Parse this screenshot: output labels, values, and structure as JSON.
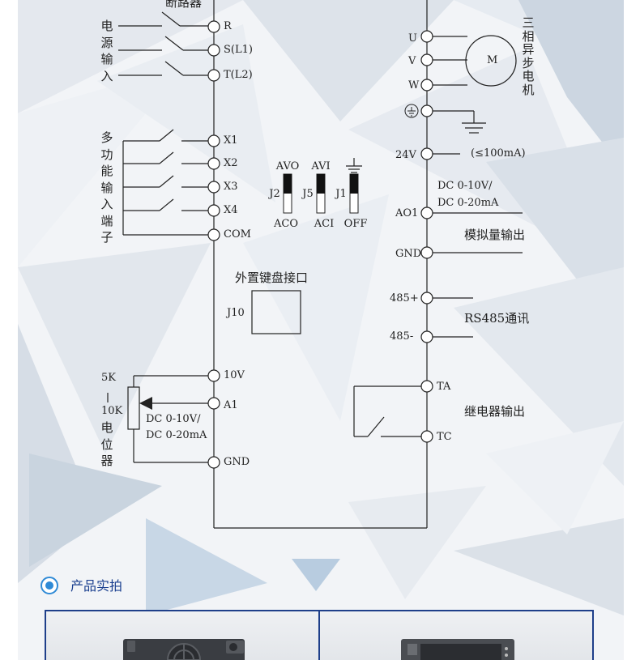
{
  "diagram": {
    "top_cut_label": "断路器",
    "power_input": {
      "label": "电源输入",
      "terminals": [
        "R",
        "S(L1)",
        "T(L2)"
      ]
    },
    "multifunction_input": {
      "label": "多功能输入端子",
      "terminals": [
        "X1",
        "X2",
        "X3",
        "X4",
        "COM"
      ]
    },
    "jumpers": {
      "top_labels": [
        "AVO",
        "AVI"
      ],
      "bottom_labels": [
        "ACO",
        "ACI",
        "OFF"
      ],
      "names": [
        "J2",
        "J5",
        "J1"
      ],
      "ground_icon": "ground-icon"
    },
    "keyboard_port": {
      "label": "外置键盘接口",
      "port_name": "J10"
    },
    "potentiometer": {
      "range_top": "5K",
      "range_bottom": "10K",
      "label": "电位器",
      "terminals": [
        "10V",
        "A1",
        "GND"
      ],
      "signal_line1": "DC 0-10V/",
      "signal_line2": "DC 0-20mA"
    },
    "motor": {
      "terminals": [
        "U",
        "V",
        "W"
      ],
      "symbol": "M",
      "label": "三相异步电机",
      "ground_icon": "ground-icon"
    },
    "supply_24v": {
      "terminal": "24V",
      "note": "(≤100mA)"
    },
    "analog_output": {
      "terminal": "AO1",
      "ground_terminal": "GND",
      "signal_line1": "DC 0-10V/",
      "signal_line2": "DC 0-20mA",
      "label": "模拟量输出"
    },
    "rs485": {
      "terminals": [
        "485+",
        "485-"
      ],
      "label": "RS485通讯"
    },
    "relay": {
      "terminals": [
        "TA",
        "TC"
      ],
      "label": "继电器输出"
    }
  },
  "section": {
    "title": "产品实拍",
    "icon": "bullet-circle-icon"
  },
  "colors": {
    "line": "#222222",
    "accent": "#2f8ad6",
    "title": "#1a3f8f",
    "photo_border": "#1e3f8a"
  }
}
